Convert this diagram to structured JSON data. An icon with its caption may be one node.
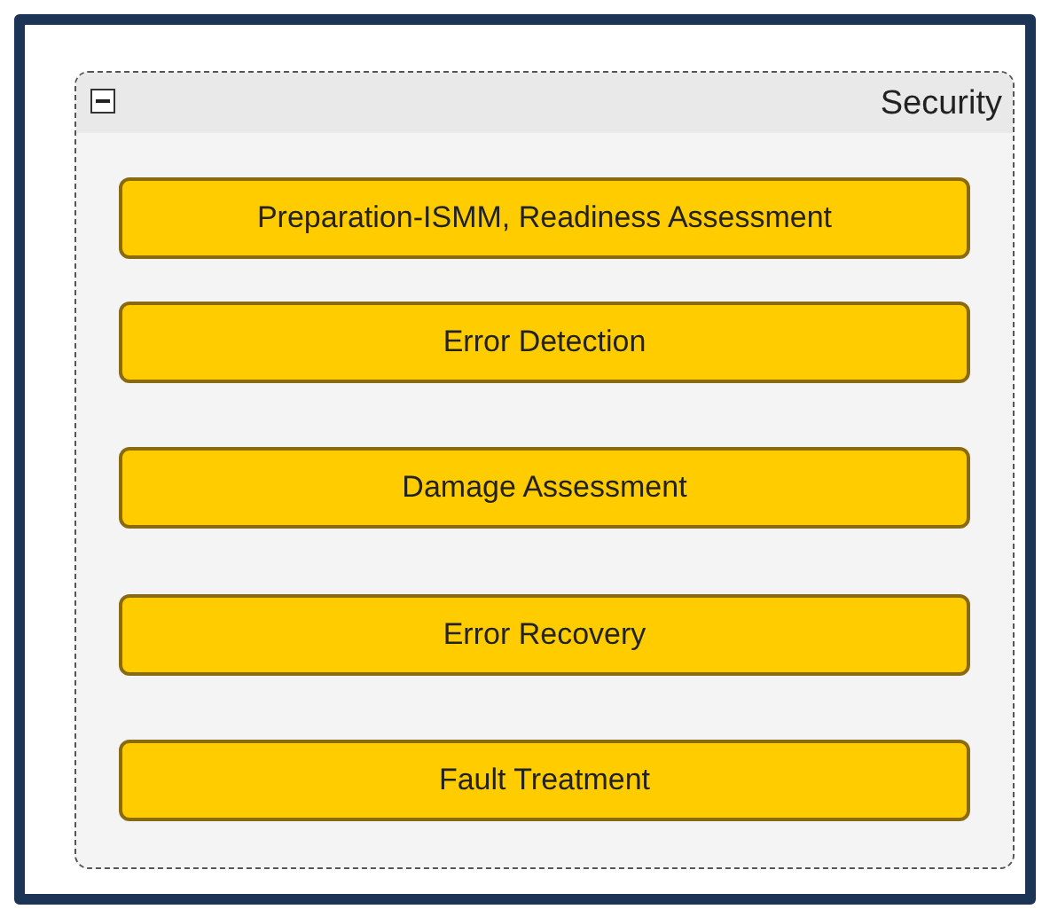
{
  "diagram": {
    "nodes": [
      {
        "text": [
          "Security"
        ]
      },
      {
        "text": [
          "Preparation-ISMM, Readiness Assessment"
        ],
        "in": 0
      },
      {
        "text": [
          "Error Detection"
        ],
        "in": 0
      },
      {
        "text": [
          "Damage Assessment"
        ],
        "in": 0
      },
      {
        "text": [
          "Error Recovery"
        ],
        "in": 0
      },
      {
        "text": [
          "Fault Treatment"
        ],
        "in": 0
      }
    ]
  }
}
